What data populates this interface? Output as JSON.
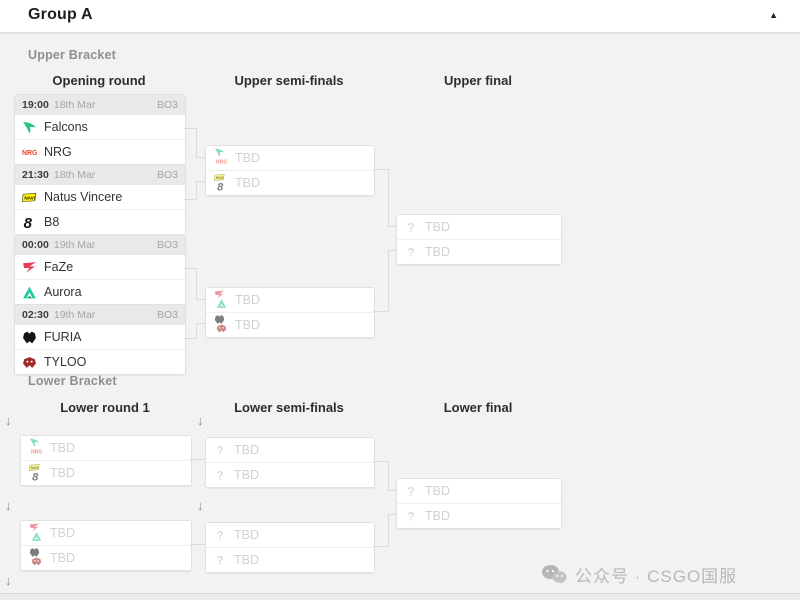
{
  "header": {
    "title": "Group A",
    "collapse_icon": "▲"
  },
  "upper_bracket": {
    "label": "Upper Bracket",
    "columns": [
      "Opening round",
      "Upper semi-finals",
      "Upper final"
    ],
    "matches": [
      {
        "time": "19:00",
        "date": "18th Mar",
        "format": "BO3",
        "teams": [
          {
            "name": "Falcons",
            "logo": "falcons"
          },
          {
            "name": "NRG",
            "logo": "nrg"
          }
        ]
      },
      {
        "time": "21:30",
        "date": "18th Mar",
        "format": "BO3",
        "teams": [
          {
            "name": "Natus Vincere",
            "logo": "navi"
          },
          {
            "name": "B8",
            "logo": "b8"
          }
        ]
      },
      {
        "time": "00:00",
        "date": "19th Mar",
        "format": "BO3",
        "teams": [
          {
            "name": "FaZe",
            "logo": "faze"
          },
          {
            "name": "Aurora",
            "logo": "aurora"
          }
        ]
      },
      {
        "time": "02:30",
        "date": "19th Mar",
        "format": "BO3",
        "teams": [
          {
            "name": "FURIA",
            "logo": "furia"
          },
          {
            "name": "TYLOO",
            "logo": "tyloo"
          }
        ]
      }
    ],
    "semi_finals": [
      {
        "slots": [
          {
            "label": "TBD",
            "logos": [
              "falcons",
              "nrg"
            ]
          },
          {
            "label": "TBD",
            "logos": [
              "navi",
              "b8"
            ]
          }
        ]
      },
      {
        "slots": [
          {
            "label": "TBD",
            "logos": [
              "faze",
              "aurora"
            ]
          },
          {
            "label": "TBD",
            "logos": [
              "furia",
              "tyloo"
            ]
          }
        ]
      }
    ],
    "final": {
      "slots": [
        {
          "label": "TBD",
          "logos": [
            "question"
          ]
        },
        {
          "label": "TBD",
          "logos": [
            "question"
          ]
        }
      ]
    }
  },
  "lower_bracket": {
    "label": "Lower Bracket",
    "columns": [
      "Lower round 1",
      "Lower semi-finals",
      "Lower final"
    ],
    "round1": [
      {
        "slots": [
          {
            "label": "TBD",
            "logos": [
              "falcons",
              "nrg"
            ]
          },
          {
            "label": "TBD",
            "logos": [
              "navi",
              "b8"
            ]
          }
        ]
      },
      {
        "slots": [
          {
            "label": "TBD",
            "logos": [
              "faze",
              "aurora"
            ]
          },
          {
            "label": "TBD",
            "logos": [
              "furia",
              "tyloo"
            ]
          }
        ]
      }
    ],
    "semi_finals": [
      {
        "slots": [
          {
            "label": "TBD",
            "logos": [
              "question"
            ]
          },
          {
            "label": "TBD",
            "logos": [
              "question"
            ]
          }
        ]
      },
      {
        "slots": [
          {
            "label": "TBD",
            "logos": [
              "question"
            ]
          },
          {
            "label": "TBD",
            "logos": [
              "question"
            ]
          }
        ]
      }
    ],
    "final": {
      "slots": [
        {
          "label": "TBD",
          "logos": [
            "question"
          ]
        },
        {
          "label": "TBD",
          "logos": [
            "question"
          ]
        }
      ]
    }
  },
  "drop_arrow_icon": "↓",
  "watermark": {
    "text": "公众号 · CSGO国服",
    "icon": "wechat-icon"
  },
  "colors": {
    "panel_bg": "#f2f2f2",
    "box_border": "#e1e1e1",
    "match_header_bg": "#e9e9e9",
    "tbd_text": "#d2d2d2",
    "connector": "#dcdcdc",
    "logos": {
      "falcons": "#1fc77e",
      "nrg": "#e8432e",
      "navi": "#ffef00",
      "b8": "#151515",
      "faze": "#e23e57",
      "aurora": "#25c9a4",
      "furia": "#151515",
      "tyloo": "#9e2b25",
      "question": "#dcdcdc"
    }
  }
}
